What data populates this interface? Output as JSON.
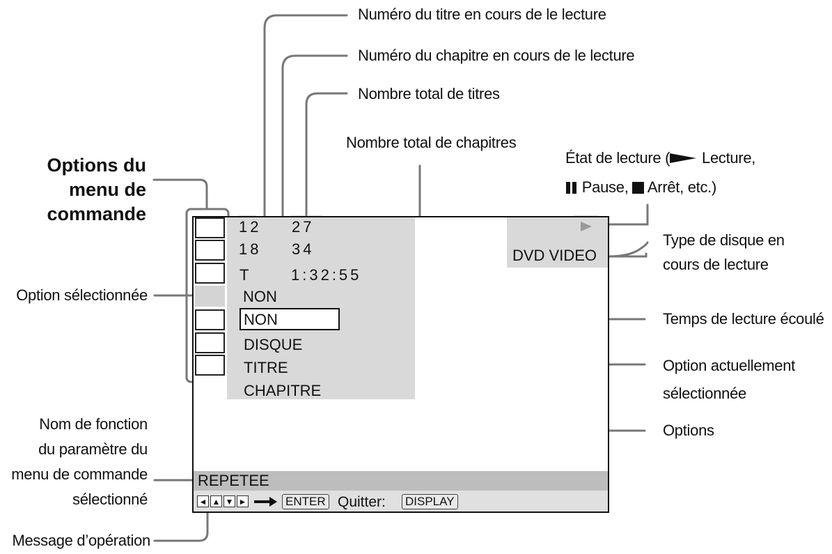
{
  "labels": {
    "title_number": "Numéro du titre en cours de le lecture",
    "chapter_number": "Numéro du chapitre en cours de le lecture",
    "total_titles": "Nombre total de titres",
    "total_chapters": "Nombre total de chapitres",
    "play_state_line1": "État de lecture (",
    "play_state_lecture": " Lecture,",
    "play_state_pause": " Pause, ",
    "play_state_stop": " Arrêt, etc.)",
    "disc_type_line1": "Type de disque en",
    "disc_type_line2": "cours de lecture",
    "elapsed_time": "Temps de lecture écoulé",
    "current_option_line1": "Option actuellement",
    "current_option_line2": "sélectionnée",
    "options": "Options",
    "menu_options_line1": "Options du",
    "menu_options_line2": "menu de",
    "menu_options_line3": "commande",
    "selected_option": "Option sélectionnée",
    "function_name_line1": "Nom de fonction",
    "function_name_line2": "du paramètre du",
    "function_name_line3": "menu de commande",
    "function_name_line4": "sélectionné",
    "operation_message": "Message d’opération"
  },
  "screen": {
    "title_current": "12",
    "title_total": "27",
    "chapter_current": "18",
    "chapter_total": "34",
    "time_prefix": "T",
    "time_value": "1:32:55",
    "current_setting": "NON",
    "option_list": [
      "NON",
      "DISQUE",
      "TITRE",
      "CHAPITRE"
    ],
    "disc_type": "DVD VIDEO",
    "function_name": "REPETEE",
    "enter_key": "ENTER",
    "quit_label": "Quitter:",
    "display_key": "DISPLAY"
  },
  "icons": [
    "play-icon",
    "pause-icon",
    "stop-icon",
    "arrow-left-key-icon",
    "arrow-up-key-icon",
    "arrow-down-key-icon",
    "arrow-right-key-icon",
    "arrow-right-icon"
  ]
}
